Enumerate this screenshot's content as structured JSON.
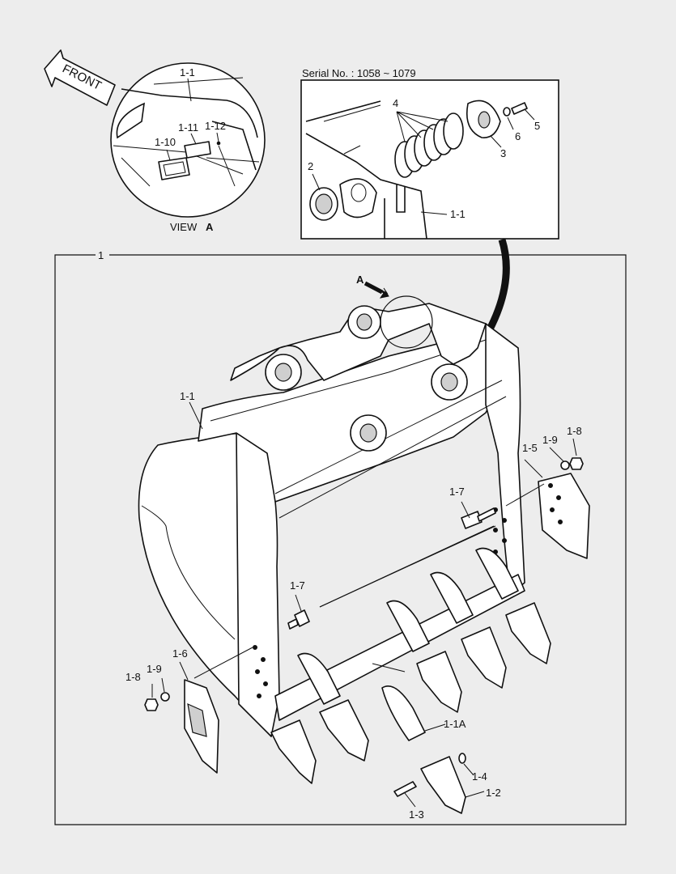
{
  "view_a": {
    "front_label": "FRONT",
    "title_prefix": "VIEW",
    "title_letter": "A",
    "labels": [
      "1-1",
      "1-11",
      "1-12",
      "1-10"
    ]
  },
  "detail": {
    "serial_label": "Serial No. : 1058 ~ 1079",
    "labels": [
      "4",
      "5",
      "6",
      "3",
      "2",
      "1-1"
    ]
  },
  "main": {
    "frame_label": "1",
    "view_marker": "A",
    "labels": [
      "1-1",
      "1-7",
      "1-5",
      "1-9",
      "1-8",
      "1-7",
      "1-6",
      "1-9",
      "1-8",
      "1-1A",
      "1-4",
      "1-2",
      "1-3"
    ]
  }
}
